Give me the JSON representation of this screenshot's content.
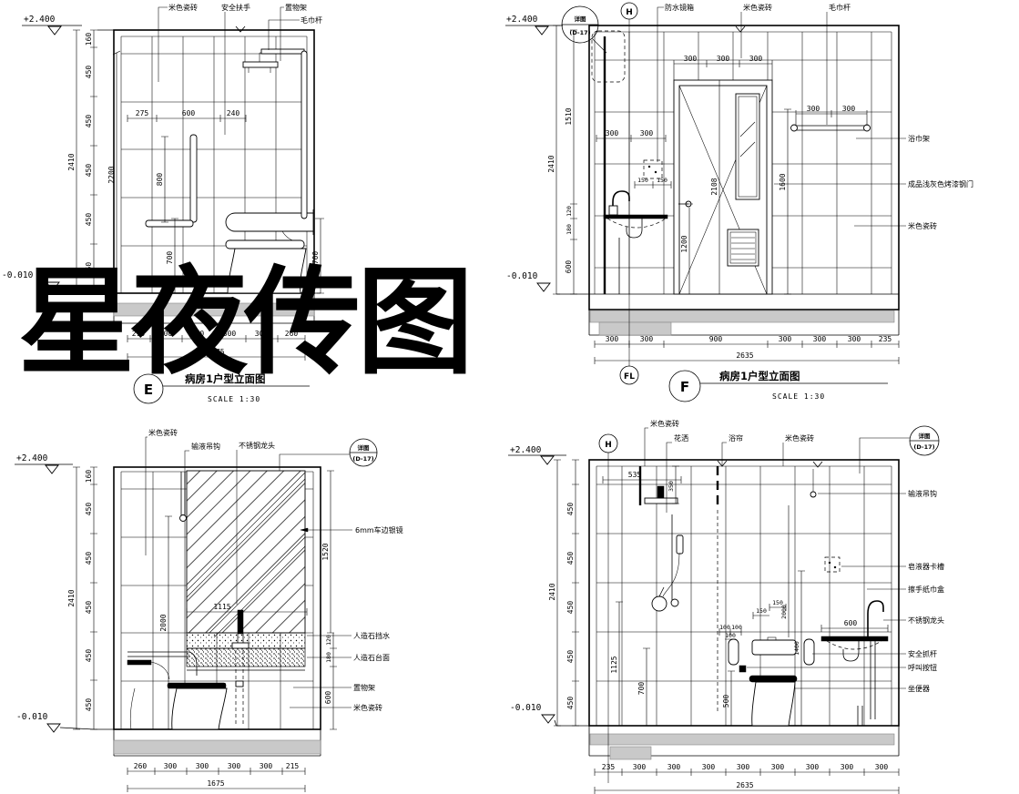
{
  "watermark": {
    "text": "星夜传图"
  },
  "panel_e": {
    "name": "E",
    "title": "病房1户型立面图",
    "scale": "SCALE 1:30",
    "level_top": "+2.400",
    "level_bottom": "-0.010",
    "labels_top": [
      "米色瓷砖",
      "安全扶手",
      "置物架",
      "毛巾杆"
    ],
    "dims_left": [
      "160",
      "450",
      "450",
      "450",
      "450",
      "450"
    ],
    "total_h": "2410",
    "d2200": "2200",
    "d800": "800",
    "dims_mid": [
      "275",
      "600",
      "240"
    ],
    "d700l": "700",
    "d700r": "700",
    "dims_bottom": [
      "215",
      "300",
      "300",
      "300",
      "300",
      "260"
    ],
    "total_w": "1675"
  },
  "panel_f": {
    "name": "F",
    "title": "病房1户型立面图",
    "scale": "SCALE 1:30",
    "callout_top": "详图",
    "callout_bottom": "(D-17)",
    "bubble_top": "H",
    "bubble_bottom": "FL",
    "level_top": "+2.400",
    "level_bottom": "-0.010",
    "labels_top": [
      "防水镜箱",
      "米色瓷砖",
      "毛巾杆"
    ],
    "labels_right": [
      "浴巾架",
      "成品浅灰色烤漆钢门",
      "米色瓷砖"
    ],
    "total_h": "2410",
    "d1510": "1510",
    "d120": "120",
    "d180": "180",
    "d600": "600",
    "dims_door_top": [
      "300",
      "300",
      "300"
    ],
    "dims_wall": [
      "300",
      "300"
    ],
    "dims_soap": [
      "150",
      "150"
    ],
    "d2108": "2108",
    "d1200": "1200",
    "d1600": "1600",
    "dims_towel": [
      "300",
      "300"
    ],
    "dims_bottom": [
      "300",
      "300",
      "900",
      "300",
      "300",
      "300",
      "235"
    ],
    "total_w": "2635"
  },
  "panel_g": {
    "callout_top": "详图",
    "callout_bottom": "(D-17)",
    "level_top": "+2.400",
    "level_bottom": "-0.010",
    "labels_top": [
      "米色瓷砖",
      "输液吊钩",
      "不锈钢龙头"
    ],
    "label_mirror": "6mm车边银镜",
    "labels_right": [
      "人造石挡水",
      "人造石台面",
      "置物架",
      "米色瓷砖"
    ],
    "dims_left": [
      "160",
      "450",
      "450",
      "450",
      "450",
      "450"
    ],
    "total_h": "2410",
    "d2000": "2000",
    "d1115": "1115",
    "d1520": "1520",
    "d120": "120",
    "d180": "180",
    "d600": "600",
    "dims_bottom": [
      "260",
      "300",
      "300",
      "300",
      "300",
      "215"
    ],
    "total_w": "1675"
  },
  "panel_h": {
    "callout_top": "详图",
    "callout_bottom": "(D-17)",
    "bubble_top": "H",
    "level_top": "+2.400",
    "level_bottom": "-0.010",
    "labels_top": [
      "米色瓷砖",
      "花洒",
      "浴帘",
      "米色瓷砖"
    ],
    "labels_right": [
      "输液吊钩",
      "皂液器卡槽",
      "擦手纸巾盒",
      "不锈钢龙头",
      "安全抓杆",
      "呼叫按钮",
      "坐便器"
    ],
    "d535": "535",
    "d350": "350",
    "dims_left": [
      "450",
      "450",
      "450",
      "450",
      "450"
    ],
    "total_h": "2410",
    "d1125": "1125",
    "d700": "700",
    "d500": "500",
    "dims_150": [
      "150",
      "150"
    ],
    "dims_100": [
      "100",
      "100",
      "100"
    ],
    "d2000": "2000",
    "d1400": "1400",
    "d600": "600",
    "dims_bottom": [
      "235",
      "300",
      "300",
      "300",
      "300",
      "300",
      "300",
      "300",
      "300"
    ],
    "total_w": "2635"
  }
}
